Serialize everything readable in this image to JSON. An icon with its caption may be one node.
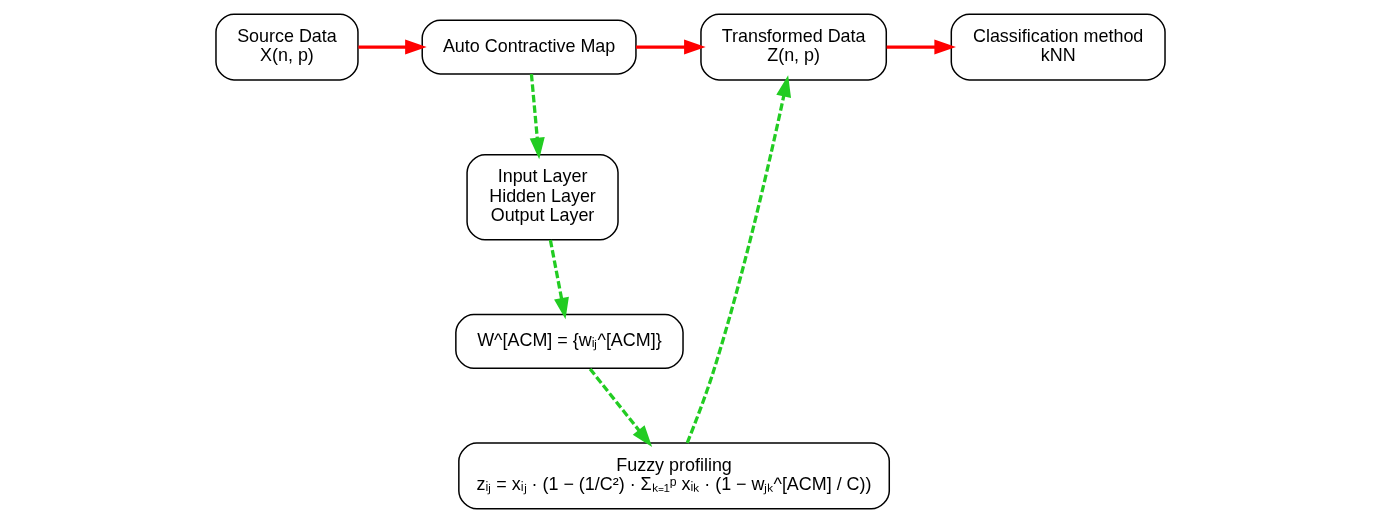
{
  "diagram": {
    "nodes": [
      {
        "text": [
          "Source Data",
          "X(n, p)"
        ]
      },
      {
        "text": [
          "Auto Contractive Map"
        ]
      },
      {
        "text": [
          "Transformed Data",
          "Z(n, p)"
        ]
      },
      {
        "text": [
          "Classification method",
          "kNN"
        ]
      },
      {
        "text": [
          "Input Layer",
          "Hidden Layer",
          "Output Layer"
        ]
      },
      {
        "text": [
          "Fuzzy profiling",
          "zᵢⱼ = xᵢⱼ · (1 − (1/C²) · Σₖ₌₁ᵖ xᵢₖ · (1 − wⱼₖ^[ACM] / C))"
        ]
      },
      {
        "text": [
          "W^[ACM] = {wᵢⱼ^[ACM]}"
        ]
      }
    ],
    "edges": [
      {
        "from": 0,
        "to": 1,
        "arrow": "to",
        "color": "#ff0000"
      },
      {
        "from": 1,
        "to": 2,
        "arrow": "to",
        "color": "#ff0000"
      },
      {
        "from": 2,
        "to": 3,
        "arrow": "to",
        "color": "#ff0000"
      },
      {
        "from": 1,
        "to": 4,
        "arrow": "to",
        "style": "dashed",
        "color": "#22cc22"
      },
      {
        "from": 4,
        "to": 6,
        "arrow": "to",
        "style": "dashed",
        "color": "#22cc22"
      },
      {
        "from": 6,
        "to": 5,
        "arrow": "to",
        "style": "dashed",
        "color": "#22cc22"
      },
      {
        "from": 5,
        "to": 2,
        "arrow": "to",
        "style": "dashed",
        "color": "#22cc22"
      }
    ]
  }
}
